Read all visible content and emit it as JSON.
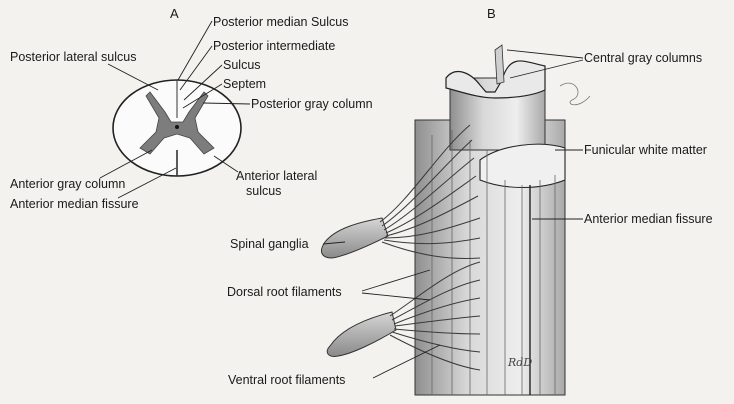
{
  "panels": {
    "a": "A",
    "b": "B"
  },
  "labels_a": {
    "posterior_median_sulcus": "Posterior median Sulcus",
    "posterior_intermediate": "Posterior intermediate",
    "sulcus": "Sulcus",
    "septem": "Septem",
    "posterior_lateral_sulcus": "Posterior lateral sulcus",
    "posterior_gray_column": "Posterior gray column",
    "anterior_gray_column": "Anterior gray column",
    "anterior_median_fissure": "Anterior median fissure",
    "anterior_lateral": "Anterior lateral",
    "sulcus_2": "sulcus"
  },
  "labels_b": {
    "central_gray_columns": "Central gray columns",
    "funicular_white_matter": "Funicular white matter",
    "anterior_median_fissure": "Anterior median fissure",
    "spinal_ganglia": "Spinal ganglia",
    "dorsal_root_filaments": "Dorsal root filaments",
    "ventral_root_filaments": "Ventral root filaments"
  },
  "signature": "RdD"
}
